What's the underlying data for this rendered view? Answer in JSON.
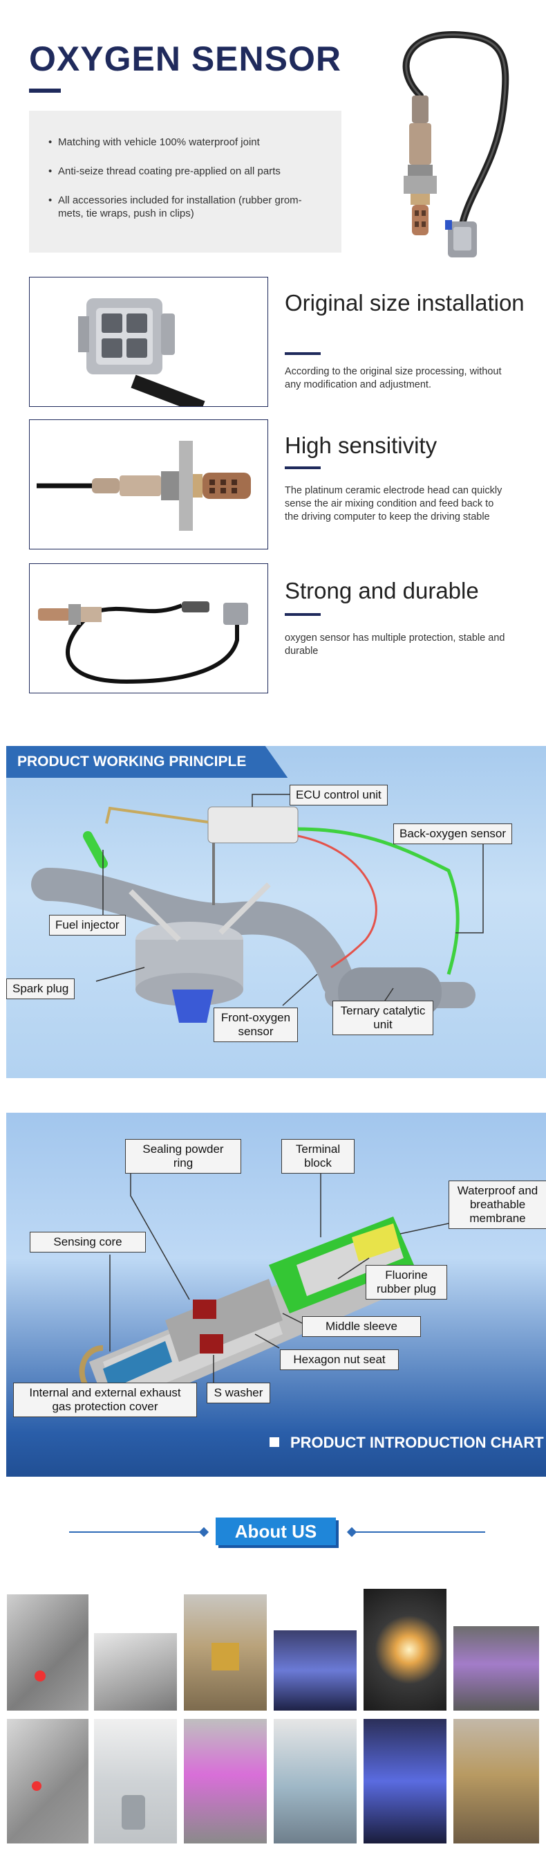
{
  "header": {
    "title": "OXYGEN SENSOR",
    "features": [
      "Matching with vehicle 100% waterproof joint",
      "Anti-seize thread coating pre-applied on all parts",
      "All accessories included for installation (rubber grom-mets, tie wraps, push in clips)"
    ]
  },
  "feature_rows": [
    {
      "title": "Original size installation",
      "text": "According to the original size processing, without any modification and adjustment."
    },
    {
      "title": "High sensitivity",
      "text": "The platinum ceramic electrode head can quickly sense the air mixing condition and feed back to the driving computer to keep the driving stable"
    },
    {
      "title": "Strong and durable",
      "text": "oxygen sensor has multiple protection, stable and durable"
    }
  ],
  "principle": {
    "tab": "PRODUCT WORKING PRINCIPLE",
    "labels": {
      "ecu": "ECU control unit",
      "back_oxygen": "Back-oxygen sensor",
      "fuel_injector": "Fuel injector",
      "spark_plug": "Spark plug",
      "front_oxygen": "Front-oxygen sensor",
      "ternary": "Ternary catalytic unit"
    }
  },
  "intro": {
    "caption": "PRODUCT INTRODUCTION CHART",
    "labels": {
      "sealing": "Sealing powder ring",
      "terminal": "Terminal block",
      "waterproof": "Waterproof and breathable membrane",
      "sensing": "Sensing core",
      "fluorine": "Fluorine rubber plug",
      "middle": "Middle sleeve",
      "hexnut": "Hexagon nut seat",
      "cover": "Internal and external exhaust gas protection cover",
      "swasher": "S washer"
    }
  },
  "about": {
    "label": "About US"
  },
  "colors": {
    "navy": "#1f2a5c",
    "blue": "#2e6bb7",
    "about_blue": "#1f86d9"
  }
}
